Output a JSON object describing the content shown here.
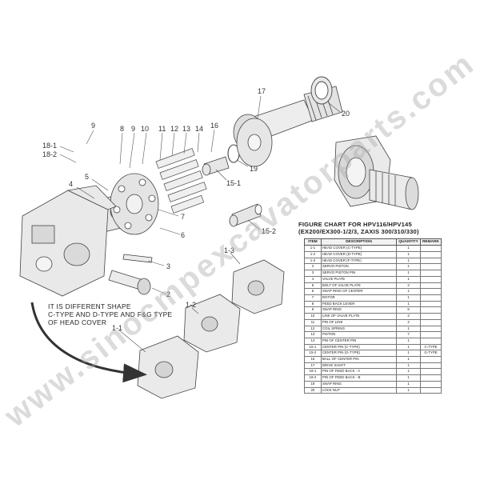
{
  "watermark": "www.sinocmpexcavatorparts.com",
  "callouts": [
    "9",
    "18-1",
    "18-2",
    "8",
    "9",
    "10",
    "11",
    "12",
    "13",
    "14",
    "16",
    "17",
    "20",
    "4",
    "5",
    "15-1",
    "19",
    "7",
    "6",
    "15-2",
    "3",
    "1-3",
    "2",
    "1-2",
    "1-1"
  ],
  "note": {
    "line1": "IT IS DIFFERENT SHAPE",
    "line2": "C-TYPE AND D-TYPE AND F&G TYPE",
    "line3": "OF HEAD COVER"
  },
  "chart": {
    "title_line1": "FIGURE CHART FOR HPV116/HPV145",
    "title_line2": "(EX200/EX300-1/2/3, ZAXIS 300/310/330)",
    "headers": {
      "item": "ITEM",
      "description": "DESCRIPTION",
      "quantity": "QUANTITY",
      "remark": "REMARK"
    },
    "rows": [
      {
        "item": "1-1",
        "description": "HEAD COVER (C-TYPE)",
        "quantity": "1",
        "remark": ""
      },
      {
        "item": "1-2",
        "description": "HEAD COVER (D-TYPE)",
        "quantity": "1",
        "remark": ""
      },
      {
        "item": "1-3",
        "description": "HEAD COVER (F-TYPE)",
        "quantity": "1",
        "remark": ""
      },
      {
        "item": "2",
        "description": "SERVO PISTON",
        "quantity": "1",
        "remark": ""
      },
      {
        "item": "3",
        "description": "SERVO PISTON PIN",
        "quantity": "1",
        "remark": ""
      },
      {
        "item": "4",
        "description": "VALVE PLATE",
        "quantity": "1",
        "remark": ""
      },
      {
        "item": "5",
        "description": "BOLT OF VALVE PLATE",
        "quantity": "2",
        "remark": ""
      },
      {
        "item": "6",
        "description": "SNAP RING OF CENTER",
        "quantity": "1",
        "remark": ""
      },
      {
        "item": "7",
        "description": "ROTOR",
        "quantity": "1",
        "remark": ""
      },
      {
        "item": "8",
        "description": "FEED BACK LEVER",
        "quantity": "1",
        "remark": ""
      },
      {
        "item": "9",
        "description": "SNAP RING",
        "quantity": "6",
        "remark": ""
      },
      {
        "item": "10",
        "description": "LINK OF VALVE PLATE",
        "quantity": "2",
        "remark": ""
      },
      {
        "item": "11",
        "description": "PIN OF LINK",
        "quantity": "2",
        "remark": ""
      },
      {
        "item": "12",
        "description": "COIL SPRING",
        "quantity": "1",
        "remark": ""
      },
      {
        "item": "13",
        "description": "PISTON",
        "quantity": "7",
        "remark": ""
      },
      {
        "item": "14",
        "description": "PIN OF CENTER PIN",
        "quantity": "1",
        "remark": ""
      },
      {
        "item": "15-1",
        "description": "CENTER PIN (C-TYPE)",
        "quantity": "1",
        "remark": "C-TYPE"
      },
      {
        "item": "15-2",
        "description": "CENTER PIN (G-TYPE)",
        "quantity": "1",
        "remark": "G-TYPE"
      },
      {
        "item": "16",
        "description": "BALL OF CENTER PIN",
        "quantity": "1",
        "remark": ""
      },
      {
        "item": "17",
        "description": "DRIVE SHAFT",
        "quantity": "1",
        "remark": ""
      },
      {
        "item": "18-1",
        "description": "PIN OF FEED BACK - A",
        "quantity": "1",
        "remark": ""
      },
      {
        "item": "18-2",
        "description": "PIN OF FEED BACK - B",
        "quantity": "1",
        "remark": ""
      },
      {
        "item": "19",
        "description": "SNAP RING",
        "quantity": "1",
        "remark": ""
      },
      {
        "item": "20",
        "description": "LOCK NUT",
        "quantity": "1",
        "remark": ""
      }
    ]
  }
}
